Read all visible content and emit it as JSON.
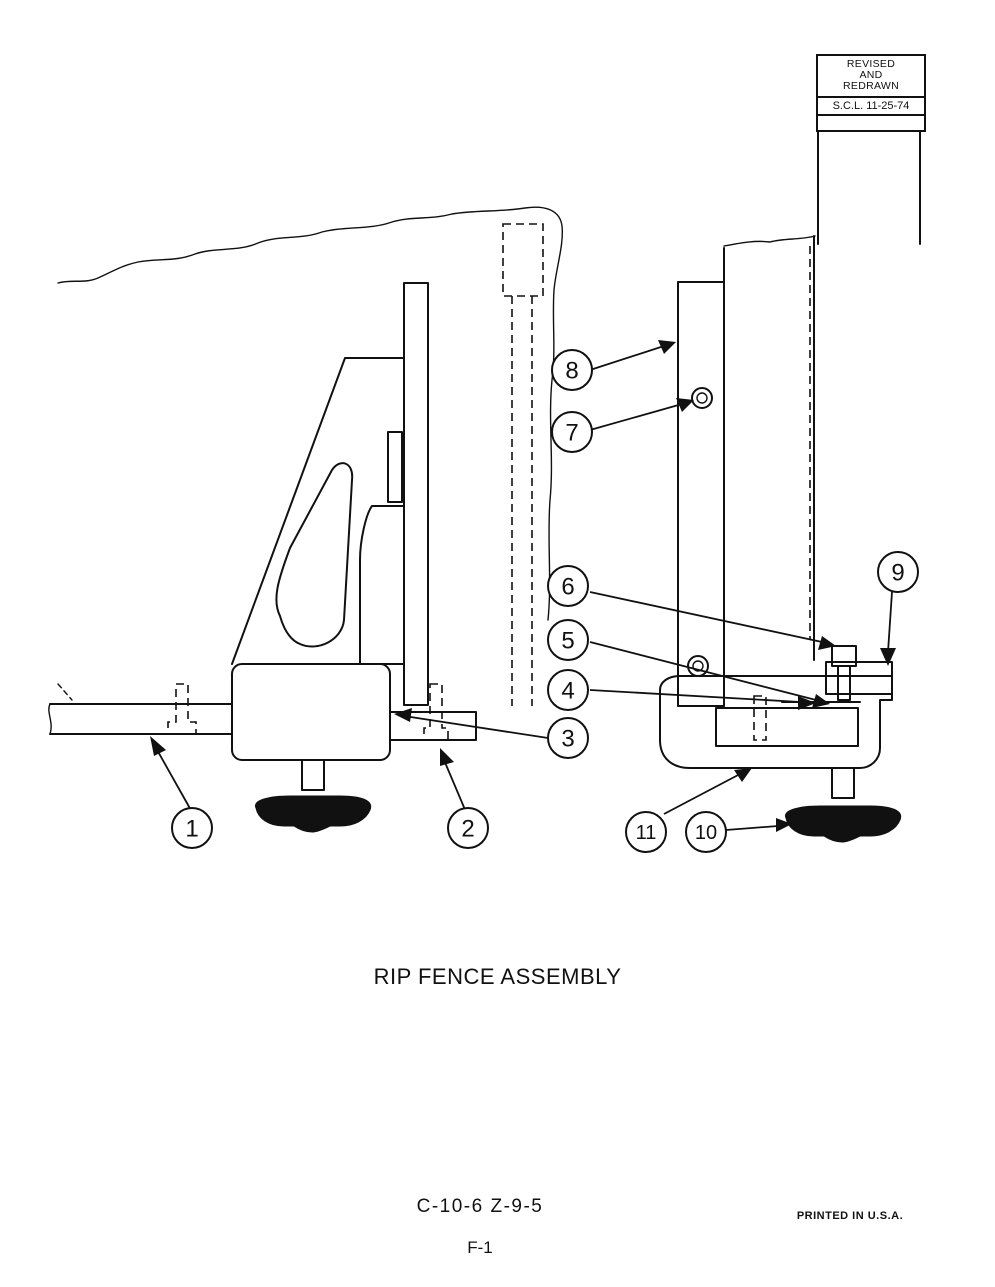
{
  "revision_block": {
    "line1": "REVISED",
    "line2": "AND",
    "line3": "REDRAWN",
    "date": "S.C.L. 11-25-74"
  },
  "title": "RIP FENCE ASSEMBLY",
  "drawing_number": "C-10-6 Z-9-5",
  "page_number": "F-1",
  "printed_note": "PRINTED IN U.S.A.",
  "callouts": [
    "1",
    "2",
    "3",
    "4",
    "5",
    "6",
    "7",
    "8",
    "9",
    "10",
    "11"
  ]
}
